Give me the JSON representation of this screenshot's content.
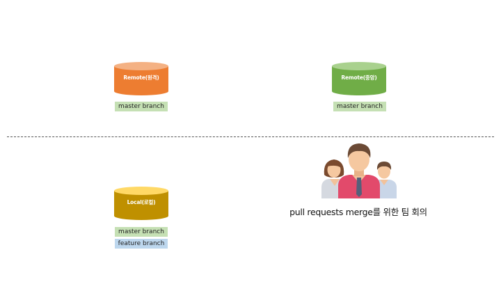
{
  "nodes": {
    "remote_origin": {
      "label": "Remote(원격)",
      "color": "#ED7D31",
      "top_color": "#F4B183"
    },
    "remote_upstream": {
      "label": "Remote(중앙)",
      "color": "#70AD47",
      "top_color": "#A9D18E"
    },
    "local": {
      "label": "Local(로컬)",
      "color": "#BF9000",
      "top_color": "#FFD966"
    }
  },
  "branches": {
    "remote_origin_master": "master branch",
    "remote_upstream_master": "master branch",
    "local_master": "master branch",
    "local_feature": "feature branch"
  },
  "colors": {
    "master_branch": "#C5E0B4",
    "feature_branch": "#BDD7EE"
  },
  "meeting": {
    "icon": "team-people-icon",
    "caption": "pull requests merge를 위한 팀 회의"
  }
}
